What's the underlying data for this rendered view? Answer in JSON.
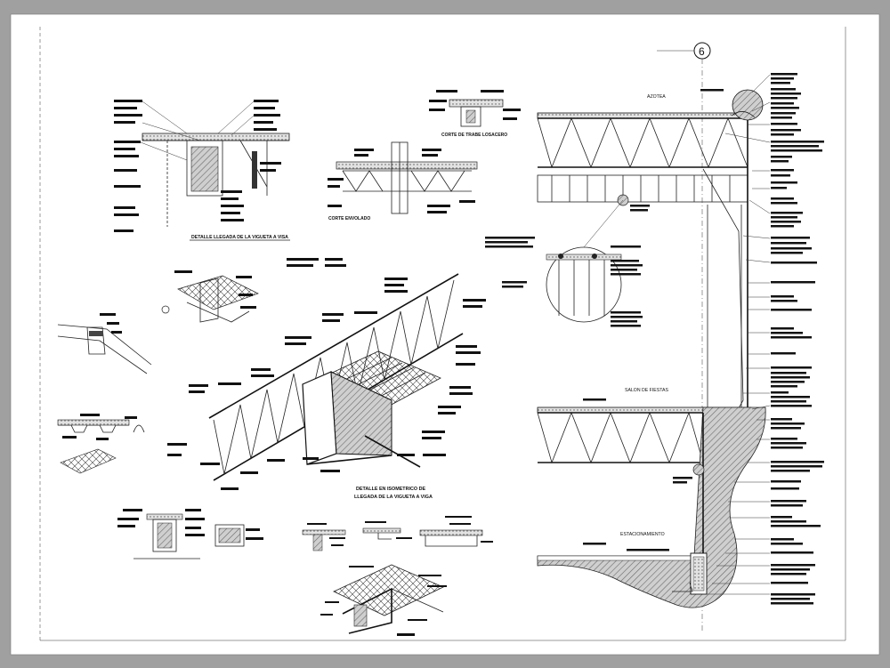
{
  "sheet": {
    "background": "#a0a0a0",
    "paper": "#ffffff",
    "ink": "#111111",
    "hatch": "#777777"
  },
  "labels": {
    "detail_llegada": "DETALLE LLEGADA DE LA VIGUETA A VISA",
    "corte_transversal": "CORTE DE TRABE LOSACERO",
    "corte_envolado": "CORTE ENVOLADO",
    "isometrico_line1": "DETALLE EN ISOMETRICO DE",
    "isometrico_line2": "LLEGADA DE LA VIGUETA A VIGA",
    "axis_number": "6",
    "azotea": "AZOTEA",
    "salon_fiestas": "SALON DE FIESTAS",
    "estacionamiento": "ESTACIONAMIENTO"
  }
}
